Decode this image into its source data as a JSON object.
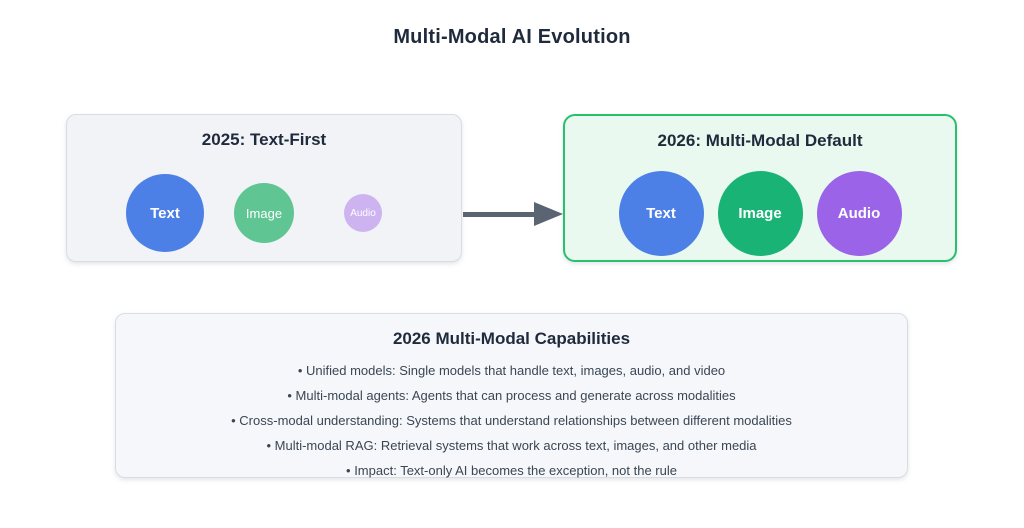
{
  "title": "Multi-Modal AI Evolution",
  "colors": {
    "heading_text": "#1f2a3c",
    "body_text": "#3a4654",
    "arrow": "#5b6472",
    "box_2025_bg": "#f1f3f6",
    "box_2025_border": "#d9dde3",
    "box_2026_bg": "#e9f9ef",
    "box_2026_border": "#27c06d",
    "capabilities_bg": "#f6f7fa",
    "capabilities_border": "#d9dde3"
  },
  "stage_2025": {
    "heading": "2025: Text-First",
    "circles": [
      {
        "label": "Text",
        "color": "#4d80e6",
        "diameter": 78,
        "label_size": 15,
        "label_weight": 700
      },
      {
        "label": "Image",
        "color": "#5ec593",
        "diameter": 60,
        "label_size": 13,
        "label_weight": 400
      },
      {
        "label": "Audio",
        "color": "#cdb4f0",
        "diameter": 38,
        "label_size": 10,
        "label_weight": 400
      }
    ]
  },
  "stage_2026": {
    "heading": "2026: Multi-Modal Default",
    "circles": [
      {
        "label": "Text",
        "color": "#4d80e6",
        "diameter": 85,
        "label_size": 15,
        "label_weight": 700
      },
      {
        "label": "Image",
        "color": "#19b375",
        "diameter": 85,
        "label_size": 15,
        "label_weight": 700
      },
      {
        "label": "Audio",
        "color": "#9a63e8",
        "diameter": 85,
        "label_size": 15,
        "label_weight": 700
      }
    ]
  },
  "capabilities": {
    "heading": "2026 Multi-Modal Capabilities",
    "bullet_char": "•",
    "bullets": [
      "Unified models: Single models that handle text, images, audio, and video",
      "Multi-modal agents: Agents that can process and generate across modalities",
      "Cross-modal understanding: Systems that understand relationships between different modalities",
      "Multi-modal RAG: Retrieval systems that work across text, images, and other media",
      "Impact: Text-only AI becomes the exception, not the rule"
    ]
  }
}
